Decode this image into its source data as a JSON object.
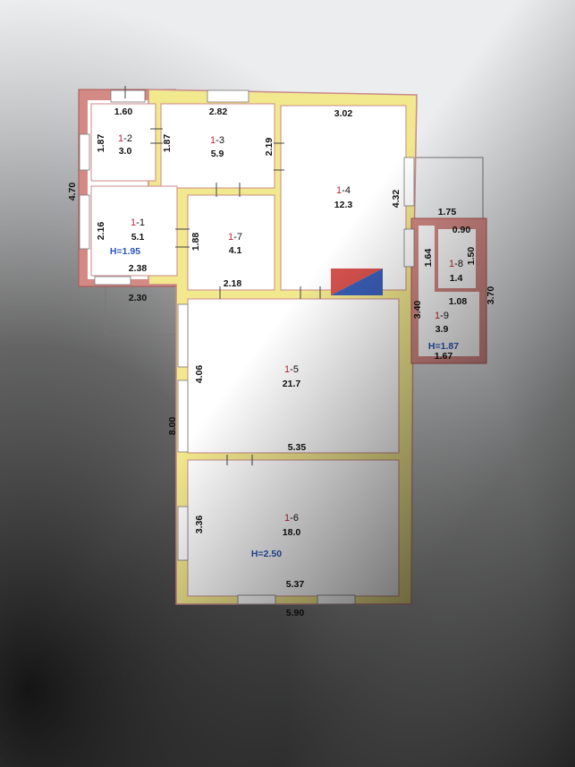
{
  "colors": {
    "wall_fill": "#f2e88e",
    "wall_border": "#c98a8a",
    "wall_brick": "#d38a85",
    "room_fill": "#ffffff",
    "ink": "#111111",
    "room_prefix": "#c0263a",
    "height_label": "#2a54b8",
    "stair_red": "#d9534f",
    "stair_blue": "#3b5fb8"
  },
  "rooms": [
    {
      "id": "1-2",
      "prefix": "1",
      "suffix": "-2",
      "area": "3.0"
    },
    {
      "id": "1-3",
      "prefix": "1",
      "suffix": "-3",
      "area": "5.9"
    },
    {
      "id": "1-4",
      "prefix": "1",
      "suffix": "-4",
      "area": "12.3"
    },
    {
      "id": "1-1",
      "prefix": "1",
      "suffix": "-1",
      "area": "5.1"
    },
    {
      "id": "1-7",
      "prefix": "1",
      "suffix": "-7",
      "area": "4.1"
    },
    {
      "id": "1-8",
      "prefix": "1",
      "suffix": "-8",
      "area": "1.4"
    },
    {
      "id": "1-9",
      "prefix": "1",
      "suffix": "-9",
      "area": "3.9"
    },
    {
      "id": "1-5",
      "prefix": "1",
      "suffix": "-5",
      "area": "21.7"
    },
    {
      "id": "1-6",
      "prefix": "1",
      "suffix": "-6",
      "area": "18.0"
    }
  ],
  "heights": {
    "room_1_1": "H=1.95",
    "room_1_9": "H=1.87",
    "room_1_6": "H=2.50"
  },
  "dimensions": {
    "d_1_60": "1.60",
    "d_2_82": "2.82",
    "d_3_02": "3.02",
    "d_1_87_a": "1.87",
    "d_1_87_b": "1.87",
    "d_2_19": "2.19",
    "d_4_70": "4.70",
    "d_4_32": "4.32",
    "d_2_16": "2.16",
    "d_1_88": "1.88",
    "d_1_75": "1.75",
    "d_0_90": "0.90",
    "d_1_64": "1.64",
    "d_1_50": "1.50",
    "d_2_38": "2.38",
    "d_2_18": "2.18",
    "d_2_30": "2.30",
    "d_3_70": "3.70",
    "d_1_08": "1.08",
    "d_3_40": "3.40",
    "d_1_67": "1.67",
    "d_4_06": "4.06",
    "d_8_00": "8.00",
    "d_5_35": "5.35",
    "d_3_36": "3.36",
    "d_5_37": "5.37",
    "d_5_90": "5.90"
  }
}
